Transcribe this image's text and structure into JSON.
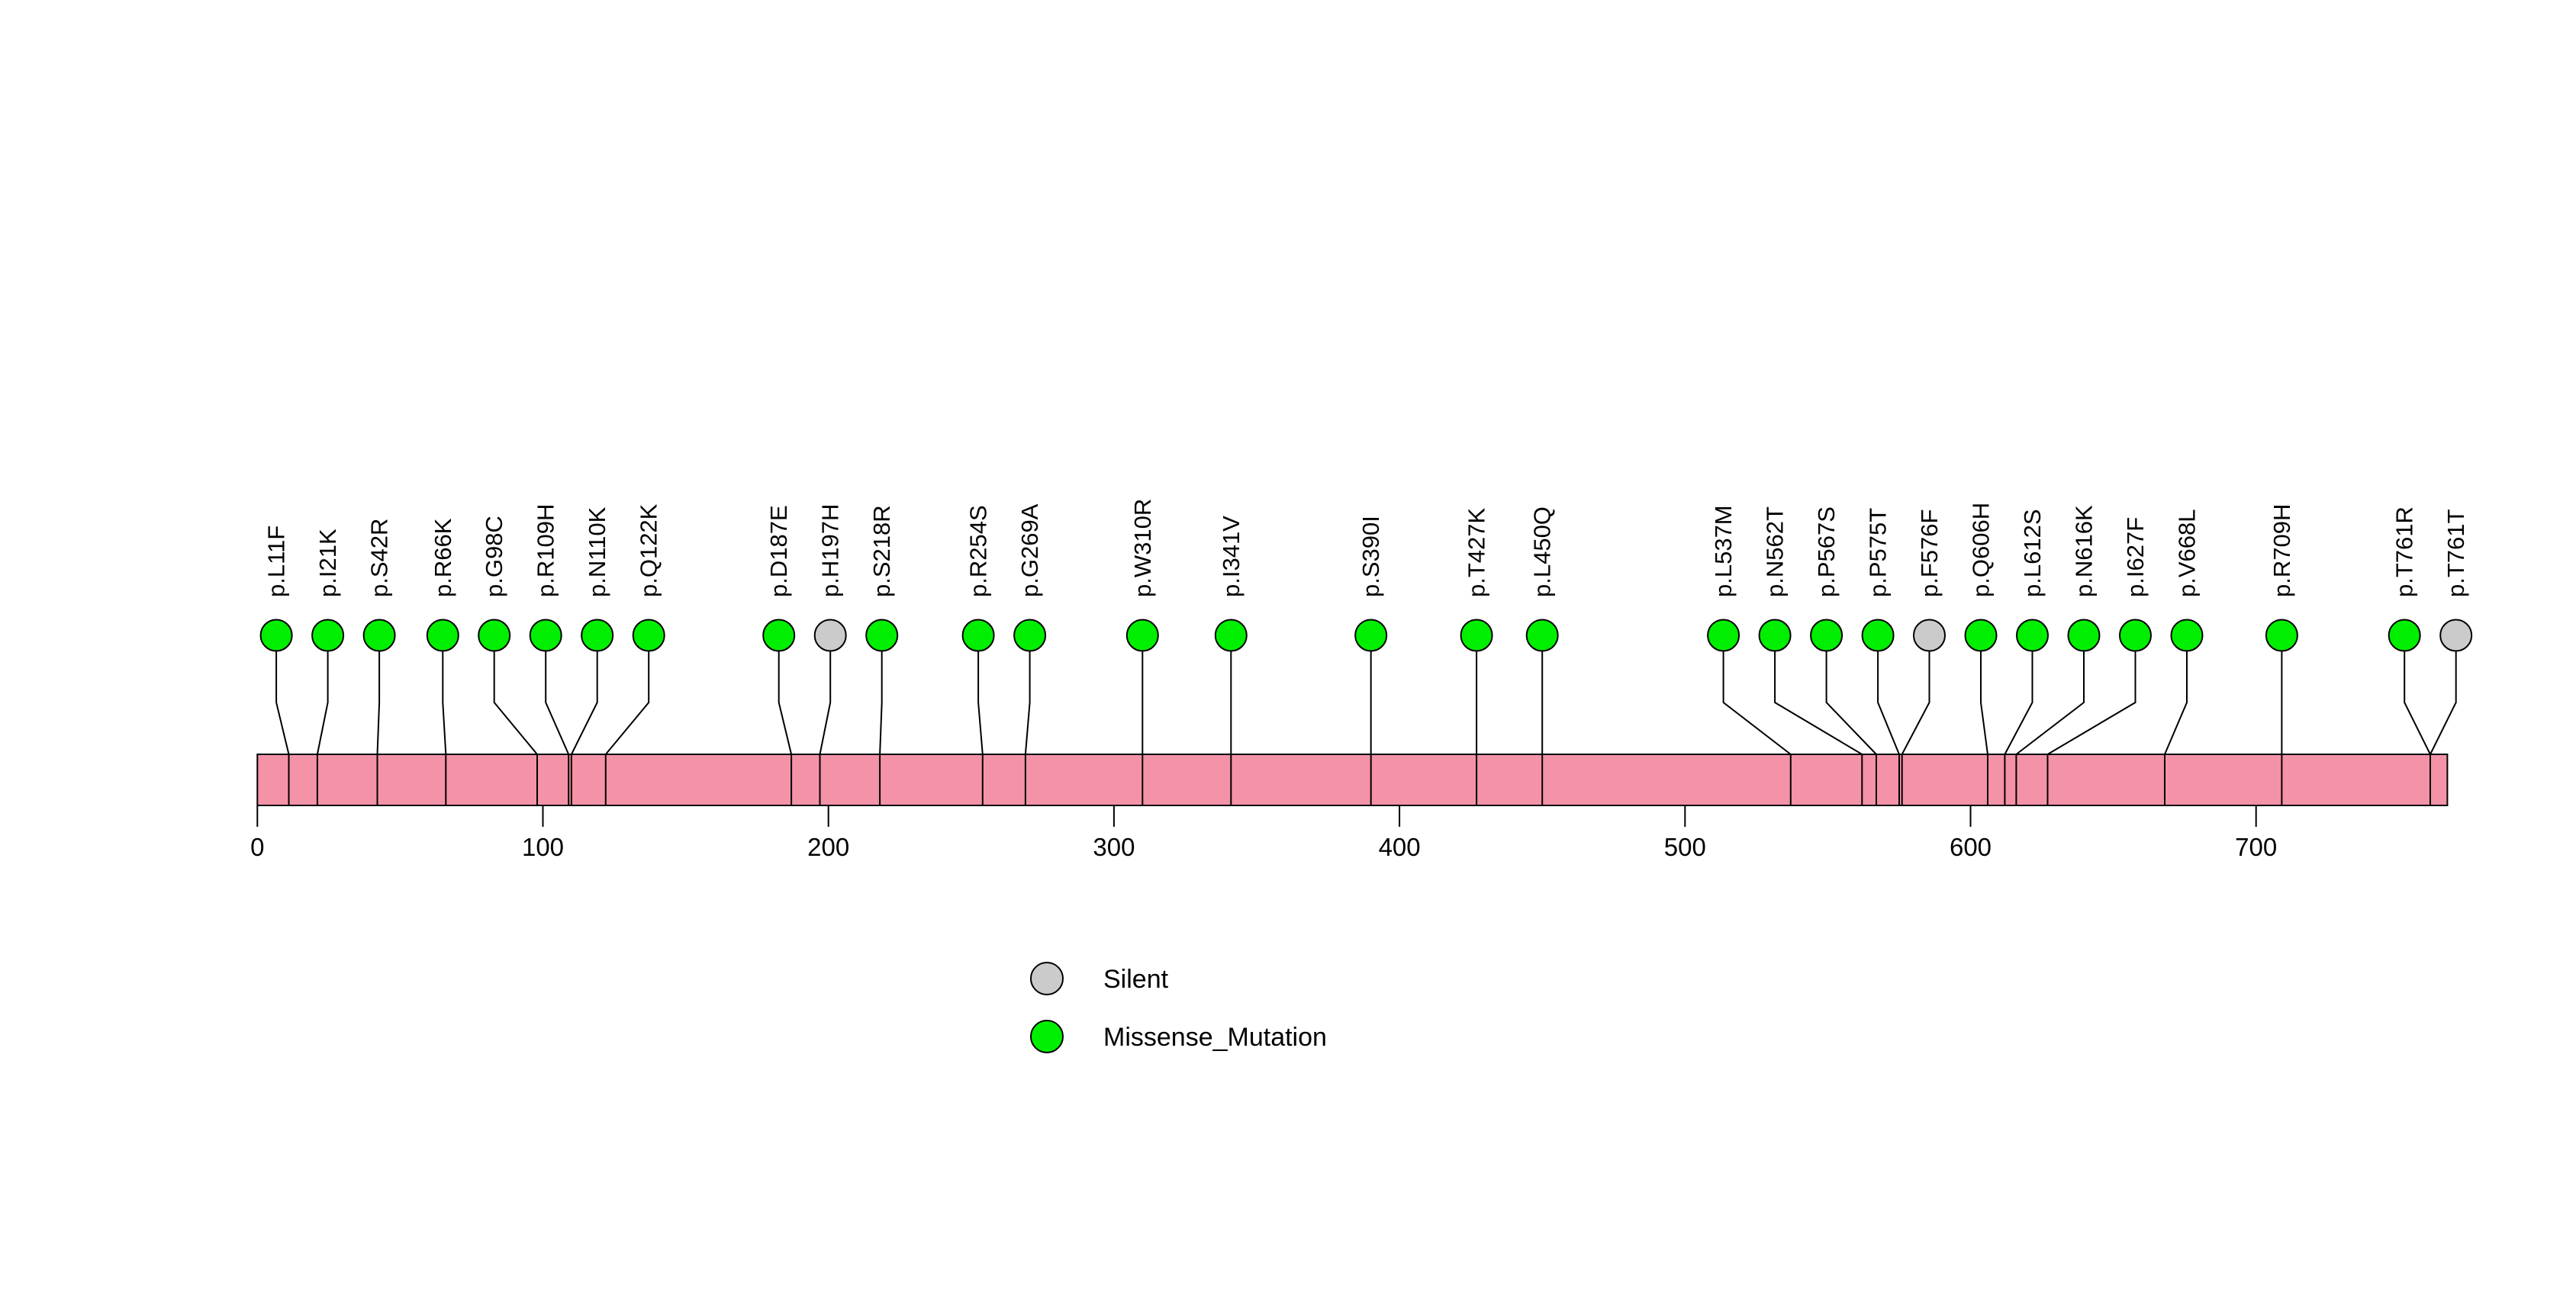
{
  "chart_data": {
    "type": "lollipop",
    "title": "",
    "xlabel": "",
    "x_axis": {
      "ticks": [
        0,
        100,
        200,
        300,
        400,
        500,
        600,
        700
      ],
      "range": [
        0,
        767
      ]
    },
    "protein_bar": {
      "start": 0,
      "end": 767,
      "color": "#F492A8"
    },
    "colors": {
      "Missense_Mutation": "#00EF00",
      "Silent": "#CBCBCB",
      "outline": "#000000",
      "stem": "#000000"
    },
    "legend": [
      {
        "label": "Silent",
        "type": "Silent",
        "color": "#CBCBCB"
      },
      {
        "label": "Missense_Mutation",
        "type": "Missense_Mutation",
        "color": "#00EF00"
      }
    ],
    "mutations": [
      {
        "label": "p.L11F",
        "position": 11,
        "type": "Missense_Mutation"
      },
      {
        "label": "p.I21K",
        "position": 21,
        "type": "Missense_Mutation"
      },
      {
        "label": "p.S42R",
        "position": 42,
        "type": "Missense_Mutation"
      },
      {
        "label": "p.R66K",
        "position": 66,
        "type": "Missense_Mutation"
      },
      {
        "label": "p.G98C",
        "position": 98,
        "type": "Missense_Mutation"
      },
      {
        "label": "p.R109H",
        "position": 109,
        "type": "Missense_Mutation"
      },
      {
        "label": "p.N110K",
        "position": 110,
        "type": "Missense_Mutation"
      },
      {
        "label": "p.Q122K",
        "position": 122,
        "type": "Missense_Mutation"
      },
      {
        "label": "p.D187E",
        "position": 187,
        "type": "Missense_Mutation"
      },
      {
        "label": "p.H197H",
        "position": 197,
        "type": "Silent"
      },
      {
        "label": "p.S218R",
        "position": 218,
        "type": "Missense_Mutation"
      },
      {
        "label": "p.R254S",
        "position": 254,
        "type": "Missense_Mutation"
      },
      {
        "label": "p.G269A",
        "position": 269,
        "type": "Missense_Mutation"
      },
      {
        "label": "p.W310R",
        "position": 310,
        "type": "Missense_Mutation"
      },
      {
        "label": "p.I341V",
        "position": 341,
        "type": "Missense_Mutation"
      },
      {
        "label": "p.S390I",
        "position": 390,
        "type": "Missense_Mutation"
      },
      {
        "label": "p.T427K",
        "position": 427,
        "type": "Missense_Mutation"
      },
      {
        "label": "p.L450Q",
        "position": 450,
        "type": "Missense_Mutation"
      },
      {
        "label": "p.L537M",
        "position": 537,
        "type": "Missense_Mutation"
      },
      {
        "label": "p.N562T",
        "position": 562,
        "type": "Missense_Mutation"
      },
      {
        "label": "p.P567S",
        "position": 567,
        "type": "Missense_Mutation"
      },
      {
        "label": "p.P575T",
        "position": 575,
        "type": "Missense_Mutation"
      },
      {
        "label": "p.F576F",
        "position": 576,
        "type": "Silent"
      },
      {
        "label": "p.Q606H",
        "position": 606,
        "type": "Missense_Mutation"
      },
      {
        "label": "p.L612S",
        "position": 612,
        "type": "Missense_Mutation"
      },
      {
        "label": "p.N616K",
        "position": 616,
        "type": "Missense_Mutation"
      },
      {
        "label": "p.I627F",
        "position": 627,
        "type": "Missense_Mutation"
      },
      {
        "label": "p.V668L",
        "position": 668,
        "type": "Missense_Mutation"
      },
      {
        "label": "p.R709H",
        "position": 709,
        "type": "Missense_Mutation"
      },
      {
        "label": "p.T761R",
        "position": 761,
        "type": "Missense_Mutation"
      },
      {
        "label": "p.T761T",
        "position": 761,
        "type": "Silent"
      }
    ]
  }
}
